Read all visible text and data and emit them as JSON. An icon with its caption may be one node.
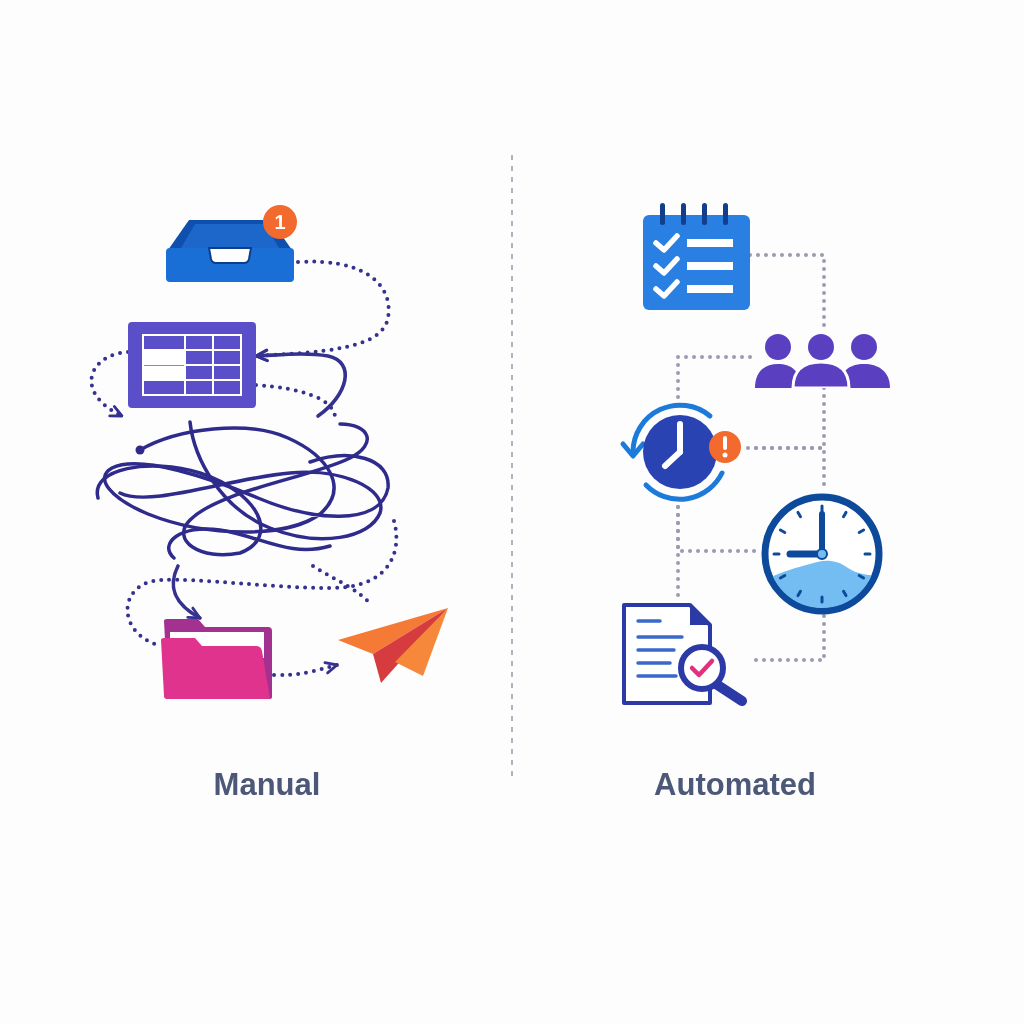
{
  "diagram": {
    "nodes": [
      {
        "text": [
          "1"
        ]
      },
      {
        "text": [],
        "shape": "picture"
      },
      {
        "text": [],
        "shape": "picture"
      },
      {
        "text": [],
        "shape": "picture"
      },
      {
        "text": [],
        "shape": "picture"
      },
      {
        "text": [],
        "shape": "picture"
      },
      {
        "text": [],
        "shape": "picture"
      },
      {
        "text": [],
        "shape": "picture"
      },
      {
        "text": [],
        "shape": "picture"
      },
      {
        "text": [],
        "shape": "picture"
      }
    ],
    "edges": [
      {
        "from": 0,
        "to": 1,
        "arrow": "to",
        "style": "dashed"
      },
      {
        "from": 1,
        "to": 2,
        "arrow": "to",
        "style": "dashed"
      },
      {
        "from": 1,
        "to": 2,
        "arrow": "none",
        "style": "dashed"
      },
      {
        "from": 2,
        "to": 1,
        "arrow": "to"
      },
      {
        "from": 2,
        "to": 3,
        "arrow": "to"
      },
      {
        "from": 2,
        "to": 3,
        "arrow": "none",
        "style": "dashed"
      },
      {
        "from": 2,
        "to": 4,
        "arrow": "none",
        "style": "dashed"
      },
      {
        "from": 3,
        "to": 4,
        "arrow": "to",
        "style": "dashed"
      },
      {
        "from": 5,
        "to": 6,
        "arrow": "none",
        "style": "dashed",
        "color": "#9c9ab0"
      },
      {
        "from": 6,
        "to": 7,
        "arrow": "none",
        "style": "dashed",
        "color": "#9c9ab0"
      },
      {
        "from": 6,
        "to": 7,
        "arrow": "none",
        "style": "dashed",
        "color": "#9c9ab0"
      },
      {
        "from": 7,
        "to": 8,
        "arrow": "none",
        "style": "dashed",
        "color": "#9c9ab0"
      },
      {
        "from": 7,
        "to": 8,
        "arrow": "none",
        "style": "dashed",
        "color": "#9c9ab0"
      },
      {
        "from": 7,
        "to": 9,
        "arrow": "none",
        "style": "dashed",
        "color": "#9c9ab0"
      },
      {
        "from": 8,
        "to": 9,
        "arrow": "none",
        "style": "dashed",
        "color": "#9c9ab0"
      }
    ],
    "labels": [
      "Manual",
      "Automated"
    ]
  }
}
